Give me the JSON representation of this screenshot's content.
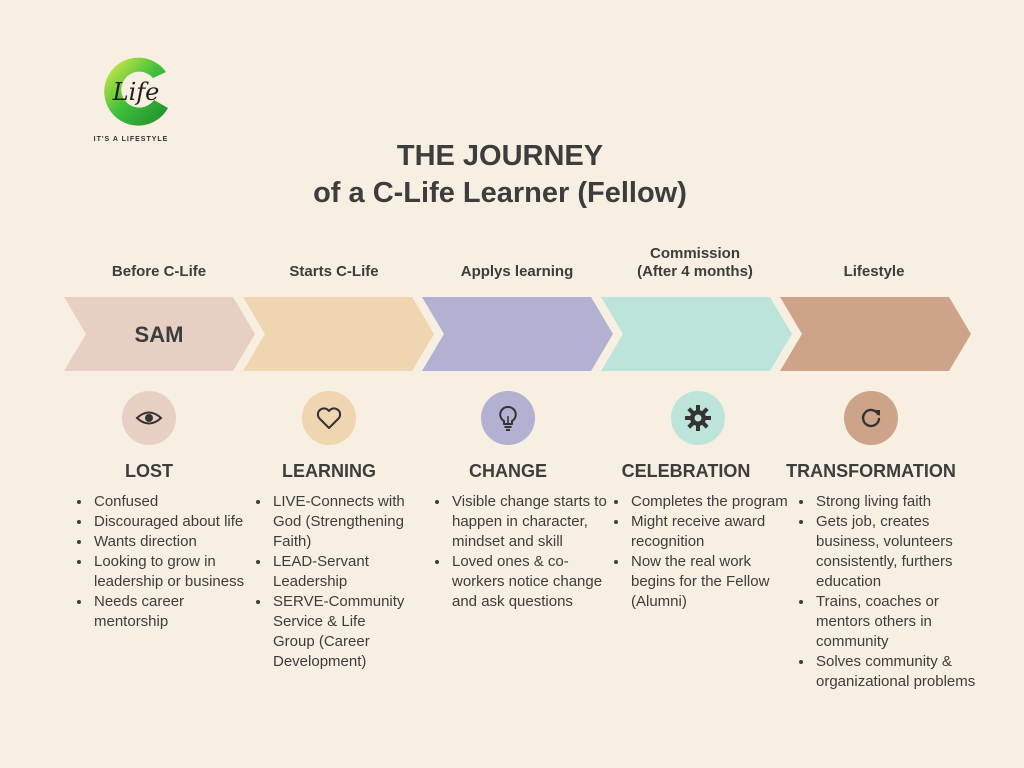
{
  "logo": {
    "text": "Life",
    "tagline": "IT'S A LIFESTYLE"
  },
  "title": {
    "line1": "THE JOURNEY",
    "line2": "of a C-Life Learner (Fellow)"
  },
  "arrow_label": "SAM",
  "colors": {
    "background": "#f7efe1",
    "lost": "#e8cfc4",
    "learning": "#efd5b0",
    "change": "#b3b1d1",
    "celebration": "#bde4da",
    "transformation": "#cda389"
  },
  "stages": [
    {
      "label": "Before C-Life",
      "icon": "eye-icon",
      "name": "LOST",
      "points": [
        "Confused",
        "Discouraged about life",
        "Wants direction",
        "Looking to grow in leadership or business",
        "Needs career mentorship"
      ]
    },
    {
      "label": "Starts C-Life",
      "icon": "heart-icon",
      "name": "LEARNING",
      "points": [
        "LIVE-Connects with God (Strengthening Faith)",
        "LEAD-Servant Leadership",
        "SERVE-Community Service & Life Group (Career Development)"
      ]
    },
    {
      "label": "Applys learning",
      "icon": "lightbulb-icon",
      "name": "CHANGE",
      "points": [
        "Visible change starts to happen in character, mindset and skill",
        "Loved ones & co-workers notice change and ask questions"
      ]
    },
    {
      "label": "Commission (After 4 months)",
      "label_line1": "Commission",
      "label_line2": "(After 4 months)",
      "icon": "gear-icon",
      "name": "CELEBRATION",
      "points": [
        "Completes the program",
        "Might receive award recognition",
        "Now the real work begins for the Fellow (Alumni)"
      ]
    },
    {
      "label": "Lifestyle",
      "icon": "refresh-icon",
      "name": "TRANSFORMATION",
      "points": [
        "Strong living faith",
        "Gets job, creates business, volunteers consistently, furthers education",
        "Trains, coaches or mentors others in community",
        "Solves community & organizational problems"
      ]
    }
  ]
}
